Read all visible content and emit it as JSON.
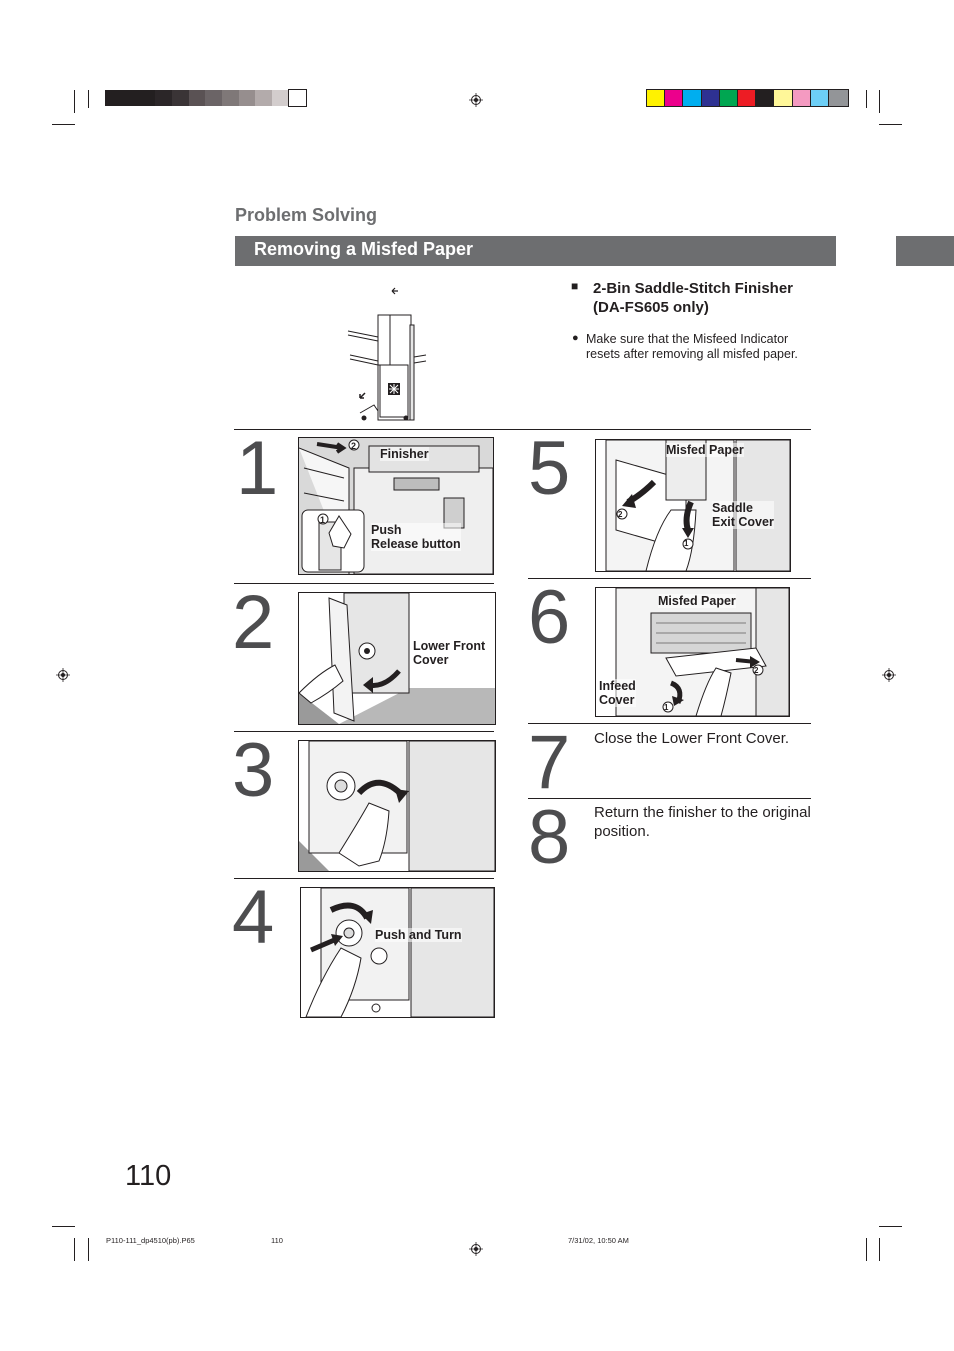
{
  "color_bars": {
    "gray_ramp": [
      "#231f20",
      "#231f20",
      "#231f20",
      "#2b2628",
      "#3a3436",
      "#5a5254",
      "#6b6466",
      "#7f7878",
      "#968e8e",
      "#b3abab",
      "#d3cdcd",
      "#ffffff"
    ],
    "process": [
      "#fff200",
      "#ec008c",
      "#00aeef",
      "#2e3192",
      "#00a651",
      "#ed1c24",
      "#231f20",
      "#fff799",
      "#f49ac1",
      "#6dcff6",
      "#939598"
    ]
  },
  "header": {
    "section_title": "Problem Solving",
    "bar_title": "Removing a Misfed Paper"
  },
  "intro": {
    "bullet_square": "■",
    "heading": "2-Bin Saddle-Stitch Finisher\n(DA-FS605 only)",
    "bullet_dot": "●",
    "note": "Make sure that the Misfeed Indicator resets after removing all misfed paper."
  },
  "steps": [
    {
      "number": "1",
      "labels": [
        "Finisher",
        "Push\nRelease button"
      ],
      "markers": [
        "2",
        "1"
      ]
    },
    {
      "number": "2",
      "labels": [
        "Lower Front\nCover"
      ]
    },
    {
      "number": "3",
      "labels": []
    },
    {
      "number": "4",
      "labels": [
        "Push and Turn"
      ]
    },
    {
      "number": "5",
      "labels": [
        "Misfed Paper",
        "Saddle\nExit Cover"
      ],
      "markers": [
        "2",
        "1"
      ]
    },
    {
      "number": "6",
      "labels": [
        "Misfed Paper",
        "Infeed\nCover"
      ],
      "markers": [
        "2",
        "1"
      ]
    },
    {
      "number": "7",
      "text": "Close the Lower Front Cover."
    },
    {
      "number": "8",
      "text": "Return the finisher to the original position."
    }
  ],
  "page_number": "110",
  "slug": {
    "file": "P110-111_dp4510(pb).P65",
    "page": "110",
    "date": "7/31/02, 10:50 AM"
  }
}
